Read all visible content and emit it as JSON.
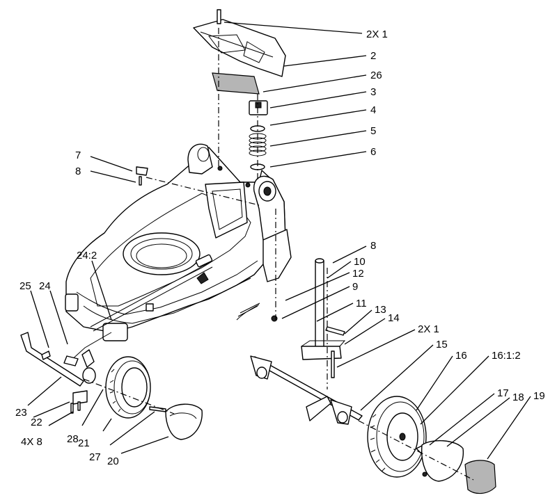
{
  "callouts": [
    {
      "id": "c-2x1-top",
      "text": "2X 1"
    },
    {
      "id": "c-2",
      "text": "2"
    },
    {
      "id": "c-26",
      "text": "26"
    },
    {
      "id": "c-3",
      "text": "3"
    },
    {
      "id": "c-4",
      "text": "4"
    },
    {
      "id": "c-5",
      "text": "5"
    },
    {
      "id": "c-6",
      "text": "6"
    },
    {
      "id": "c-7",
      "text": "7"
    },
    {
      "id": "c-8-left",
      "text": "8"
    },
    {
      "id": "c-8-right",
      "text": "8"
    },
    {
      "id": "c-10",
      "text": "10"
    },
    {
      "id": "c-12",
      "text": "12"
    },
    {
      "id": "c-9",
      "text": "9"
    },
    {
      "id": "c-11",
      "text": "11"
    },
    {
      "id": "c-13",
      "text": "13"
    },
    {
      "id": "c-14",
      "text": "14"
    },
    {
      "id": "c-2x1-right",
      "text": "2X 1"
    },
    {
      "id": "c-15",
      "text": "15"
    },
    {
      "id": "c-16",
      "text": "16"
    },
    {
      "id": "c-16-1-2",
      "text": "16:1:2"
    },
    {
      "id": "c-17",
      "text": "17"
    },
    {
      "id": "c-18",
      "text": "18"
    },
    {
      "id": "c-19",
      "text": "19"
    },
    {
      "id": "c-24-2",
      "text": "24:2"
    },
    {
      "id": "c-25",
      "text": "25"
    },
    {
      "id": "c-24",
      "text": "24"
    },
    {
      "id": "c-23",
      "text": "23"
    },
    {
      "id": "c-22",
      "text": "22"
    },
    {
      "id": "c-4x8",
      "text": "4X 8"
    },
    {
      "id": "c-28",
      "text": "28"
    },
    {
      "id": "c-21",
      "text": "21"
    },
    {
      "id": "c-27",
      "text": "27"
    },
    {
      "id": "c-20",
      "text": "20"
    }
  ]
}
